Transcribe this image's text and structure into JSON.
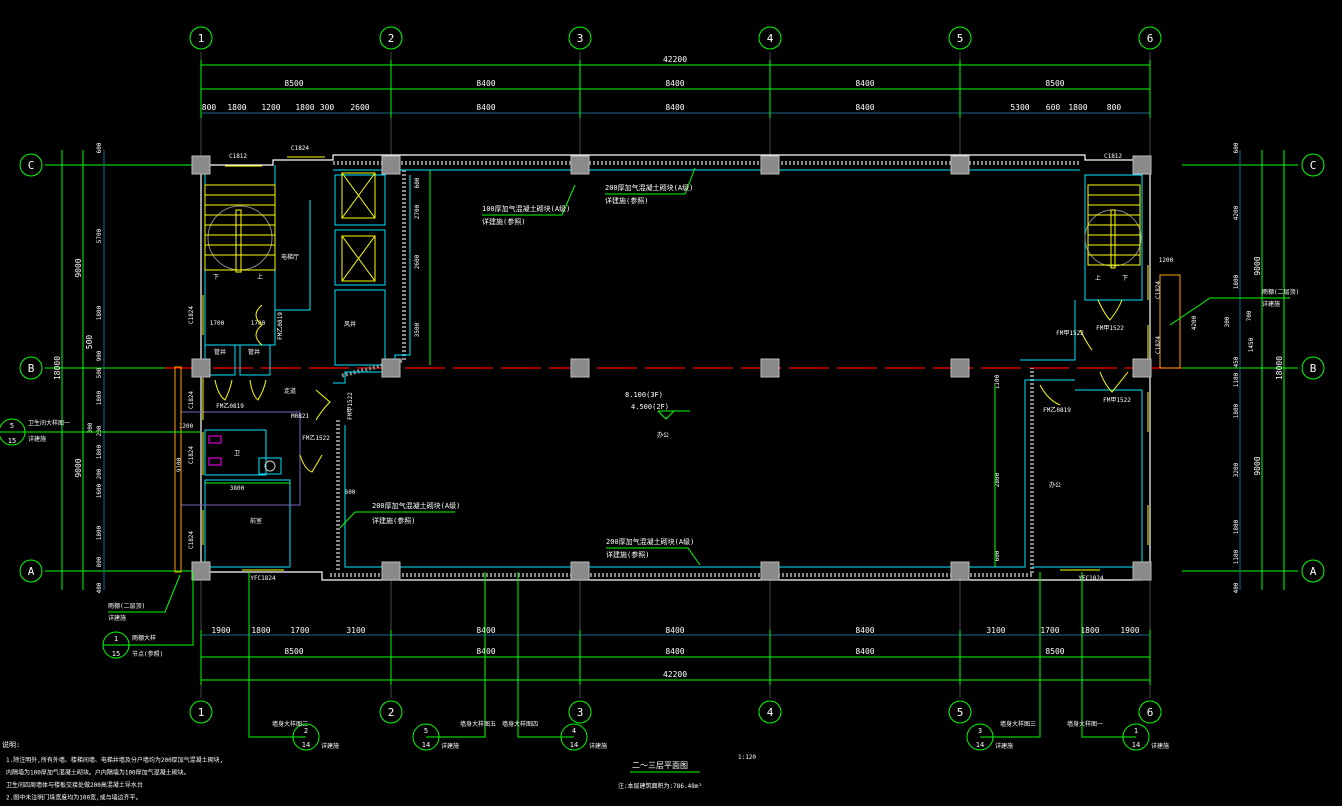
{
  "drawing": {
    "title": "二～三层平面图",
    "scale": "1:120",
    "area_note": "注:本层建筑面积为:786.48m²",
    "notes_heading": "说明:",
    "notes": [
      "1.除注明外,所有外墙、楼梯间墙、电梯井墙及分户墙均为200厚加气混凝土砌块,",
      "  内隔墙为100厚加气混凝土砌块。户内隔墙为100厚加气混凝土砌块。",
      "  卫生间四周墙体与楼板交接处做200高混凝土导水台",
      "2.图中未注明门垛宽度均为100宽,或与墙边齐平。"
    ]
  },
  "axes": {
    "columns": [
      "1",
      "2",
      "3",
      "4",
      "5",
      "6"
    ],
    "rows": [
      "C",
      "B",
      "A"
    ]
  },
  "dimensions": {
    "top_overall": "42200",
    "top_axis": [
      "8500",
      "8400",
      "8400",
      "8400",
      "8500"
    ],
    "top_detail": [
      "800",
      "1800",
      "1200",
      "1800",
      "300",
      "2600",
      "8400",
      "8400",
      "8400",
      "5300",
      "600",
      "1800",
      "800"
    ],
    "bottom_detail": [
      "1900",
      "1800",
      "1700",
      "3100",
      "8400",
      "8400",
      "8400",
      "3100",
      "1700",
      "1800",
      "1900"
    ],
    "bottom_axis": [
      "8500",
      "8400",
      "8400",
      "8400",
      "8500"
    ],
    "bottom_overall": "42200",
    "left_overall": "18000",
    "left_axis": [
      "9000",
      "500",
      "9000"
    ],
    "left_detail": [
      "600",
      "5700",
      "1800",
      "900",
      "500",
      "1800",
      "300",
      "200",
      "1800",
      "200",
      "1600",
      "1800",
      "800",
      "400"
    ],
    "right_overall": "18000",
    "right_axis": [
      "9000",
      "9000"
    ],
    "right_detail": [
      "600",
      "4200",
      "1800",
      "700",
      "300",
      "1450",
      "450",
      "1100",
      "1800",
      "3200",
      "1800",
      "1100",
      "400"
    ],
    "interior": [
      "600",
      "2700",
      "2600",
      "3500",
      "1700",
      "1700",
      "3800",
      "600",
      "1200",
      "9100",
      "1100",
      "2800",
      "600",
      "1200",
      "4200"
    ]
  },
  "callouts": {
    "wall_100": [
      "100厚加气混凝土砌块(A级)",
      "详建施(参照)"
    ],
    "wall_200_top": [
      "200厚加气混凝土砌块(A级)",
      "详建施(参照)"
    ],
    "wall_200_left": [
      "200厚加气混凝土砌块(A级)",
      "详建施(参照)"
    ],
    "wall_200_bottom": [
      "200厚加气混凝土砌块(A级)",
      "详建施(参照)"
    ],
    "level_3f": "8.100(3F)",
    "level_2f": "4.500(2F)",
    "toilet_detail": [
      "卫生间大样图一",
      "详建施"
    ],
    "toilet_bubble": [
      "5",
      "15"
    ],
    "canopy_left": [
      "雨棚(二层顶)",
      "详建施"
    ],
    "canopy_right": [
      "雨棚(二层顶)",
      "详建施"
    ],
    "canopy_bubble": [
      "1",
      "15"
    ],
    "canopy_node": [
      "雨棚大样",
      "节点(参照)"
    ],
    "wall_sections": [
      {
        "title": "墙身大样图二",
        "num": "2",
        "sheet": "14",
        "ref": "详建施"
      },
      {
        "title": "墙身大样图五",
        "num": "5",
        "sheet": "14",
        "ref": "详建施"
      },
      {
        "title": "墙身大样图四",
        "num": "4",
        "sheet": "14",
        "ref": "详建施"
      },
      {
        "title": "墙身大样图三",
        "num": "3",
        "sheet": "14",
        "ref": "详建施"
      },
      {
        "title": "墙身大样图一",
        "num": "1",
        "sheet": "14",
        "ref": "详建施"
      }
    ]
  },
  "rooms": [
    "电梯厅",
    "风井",
    "走道",
    "卫",
    "前室",
    "办公",
    "办公",
    "管井",
    "管井",
    "下",
    "上",
    "上",
    "下"
  ],
  "openings": [
    "C1812",
    "C1824",
    "FM乙0819",
    "FM乙0819",
    "M0821",
    "FM乙1522",
    "FM甲1522",
    "FM甲1522",
    "FM甲1522",
    "FM乙0819",
    "FM甲1522",
    "YFC1824",
    "YFC1824",
    "C1812",
    "C1824",
    "C1824",
    "C1824",
    "C1824",
    "C1824",
    "C1824"
  ]
}
